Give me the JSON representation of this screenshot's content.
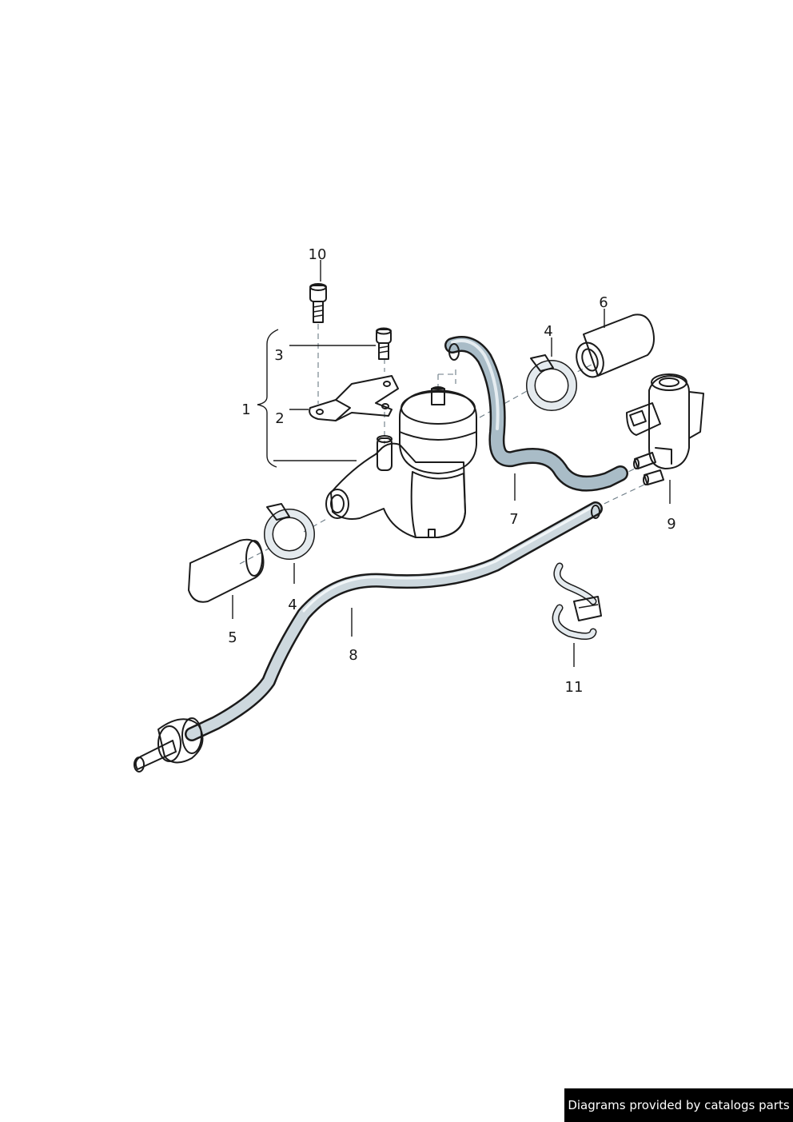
{
  "callouts": {
    "c1": "1",
    "c2": "2",
    "c3": "3",
    "c4a": "4",
    "c4b": "4",
    "c5": "5",
    "c6": "6",
    "c7": "7",
    "c8": "8",
    "c9": "9",
    "c10": "10",
    "c11": "11"
  },
  "credit": "Diagrams provided by catalogs parts",
  "colors": {
    "part_fill": "#e4eaee",
    "part_shade": "#b7c2c9",
    "hose_fill": "#a8bcc8",
    "outline": "#1b1b1b",
    "credit_bg": "#000000"
  }
}
